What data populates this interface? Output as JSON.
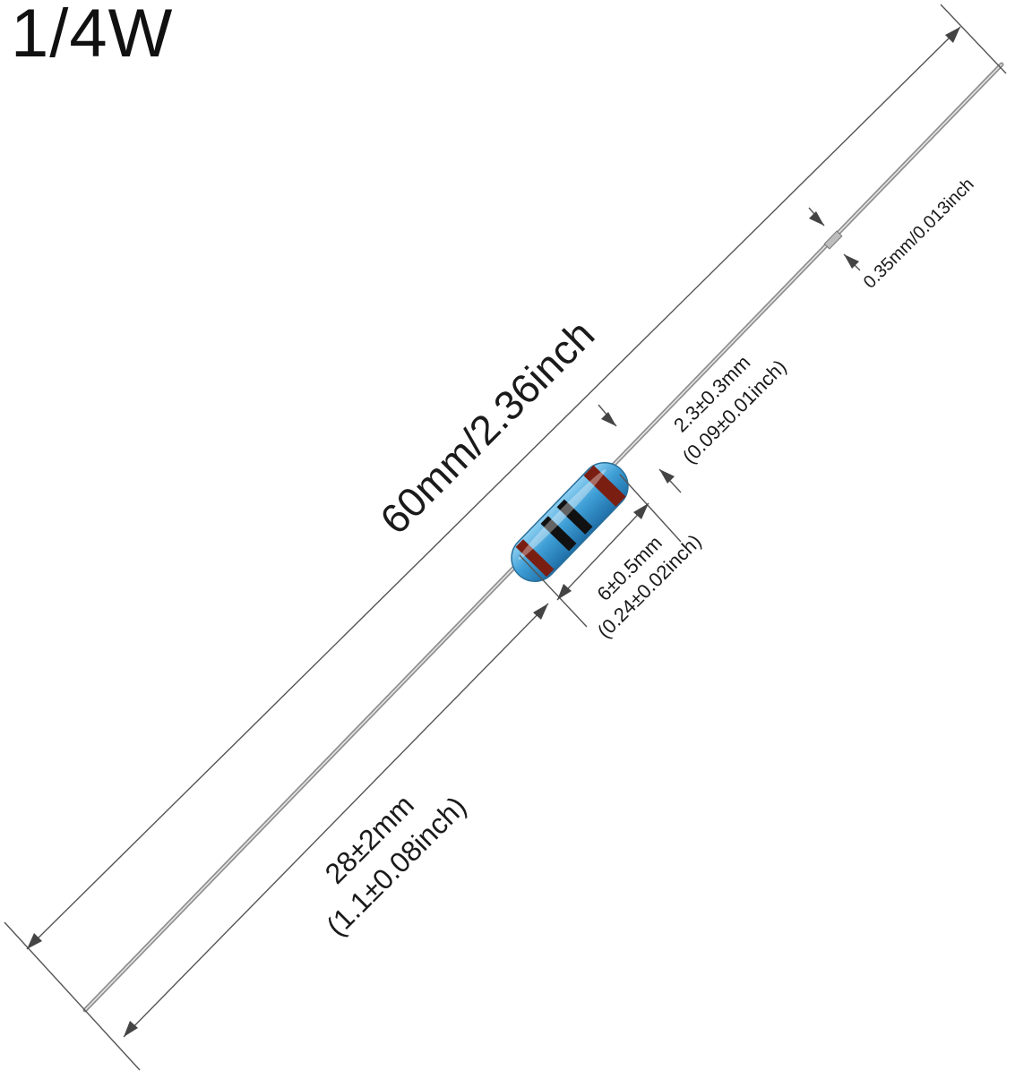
{
  "title": "1/4W",
  "dimensions": {
    "total_length": "60mm/2.36inch",
    "lead_diameter": "0.35mm/0.013inch",
    "body_diameter_mm": "2.3±0.3mm",
    "body_diameter_inch": "(0.09±0.01inch)",
    "body_length_mm": "6±0.5mm",
    "body_length_inch": "(0.24±0.02inch)",
    "lead_length_mm": "28±2mm",
    "lead_length_inch": "(1.1±0.08inch)"
  },
  "resistor": {
    "body_color": "#3f9fd6",
    "bands": [
      "#7a1e12",
      "#111111",
      "#111111",
      "#7a1e12"
    ]
  }
}
